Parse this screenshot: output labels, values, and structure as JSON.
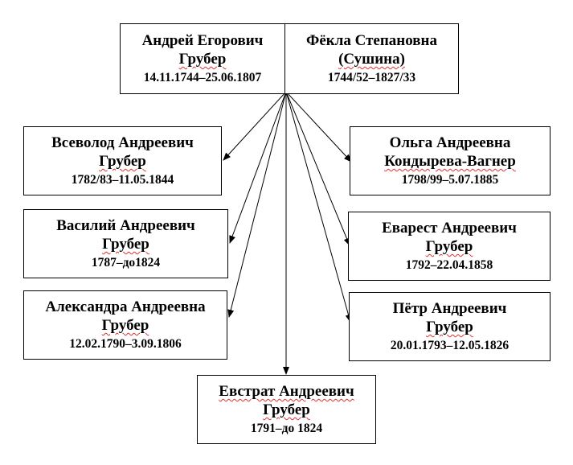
{
  "parents": {
    "father": {
      "first": "Андрей Егорович",
      "surname": "Грубер",
      "dates": "14.11.1744–25.06.1807"
    },
    "mother": {
      "first": "Фёкла Степановна",
      "surname": "(Сушина)",
      "dates": "1744/52–1827/33"
    }
  },
  "children": {
    "vsevolod": {
      "first": "Всеволод Андреевич",
      "surname": "Грубер",
      "dates": "1782/83–11.05.1844"
    },
    "vasily": {
      "first": "Василий Андреевич",
      "surname": "Грубер",
      "dates": "1787–до1824"
    },
    "alexandra": {
      "first": "Александра Андреевна",
      "surname": "Грубер",
      "dates": "12.02.1790–3.09.1806"
    },
    "olga": {
      "first": "Ольга Андреевна",
      "surname": "Кондырева-Вагнер",
      "dates": "1798/99–5.07.1885"
    },
    "evarest": {
      "first": "Еварест Андреевич",
      "surname": "Грубер",
      "dates": "1792–22.04.1858"
    },
    "petr": {
      "first": "Пётр Андреевич",
      "surname": "Грубер",
      "dates": "20.01.1793–12.05.1826"
    },
    "evstrat": {
      "first": "Евстрат Андреевич",
      "surname": "Грубер",
      "dates": "1791–до 1824"
    }
  }
}
